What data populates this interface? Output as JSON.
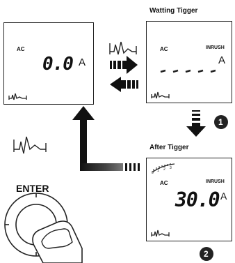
{
  "headings": {
    "waiting": "Watting Tigger",
    "after": "After Tigger",
    "enter": "ENTER"
  },
  "panel_left": {
    "mode": "AC",
    "reading": "0.0",
    "unit": "A"
  },
  "panel_waiting": {
    "mode": "AC",
    "tag": "INRUSH",
    "unit": "A"
  },
  "panel_after": {
    "scale_ticks": [
      "0",
      "1",
      "2",
      "3"
    ],
    "mode": "AC",
    "tag": "INRUSH",
    "reading": "30.0",
    "unit": "A"
  },
  "steps": [
    "1",
    "2"
  ],
  "icons": {
    "waveform": "inrush-waveform-icon",
    "arrows": [
      "right-arrow-icon",
      "left-arrow-icon",
      "down-arrow-icon",
      "l-shaped-arrow-icon"
    ],
    "button": "rotary-enter-button-icon"
  }
}
